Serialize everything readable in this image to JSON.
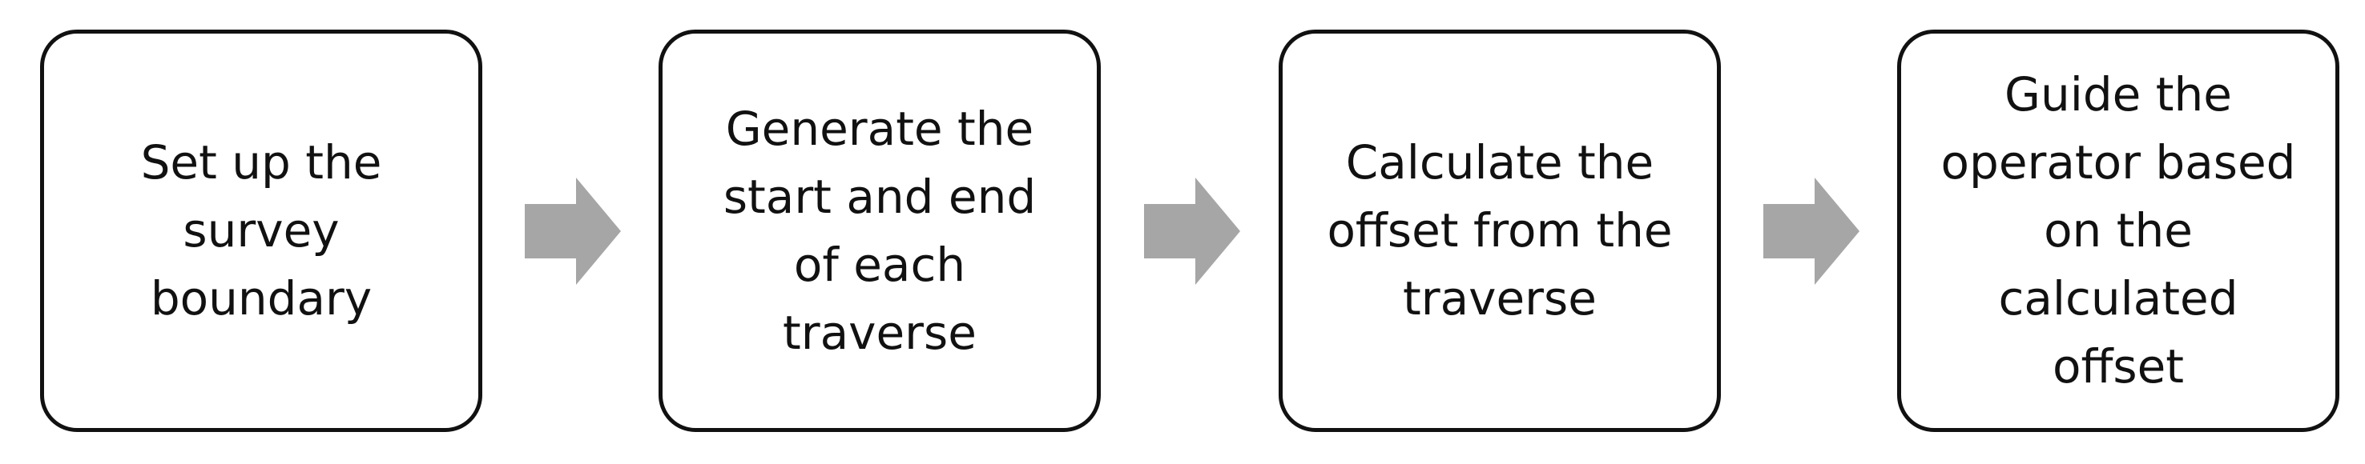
{
  "steps": [
    {
      "text": "Set up the\nsurvey\nboundary"
    },
    {
      "text": "Generate the\nstart and end\nof each\ntraverse"
    },
    {
      "text": "Calculate the\noffset from the\ntraverse"
    },
    {
      "text": "Guide the\noperator based\non the\ncalculated\noffset"
    }
  ],
  "colors": {
    "box_border": "#111111",
    "text": "#111111",
    "arrow_fill": "#a6a6a6",
    "background": "#ffffff"
  },
  "icons": {
    "connector": "right-arrow-icon"
  }
}
